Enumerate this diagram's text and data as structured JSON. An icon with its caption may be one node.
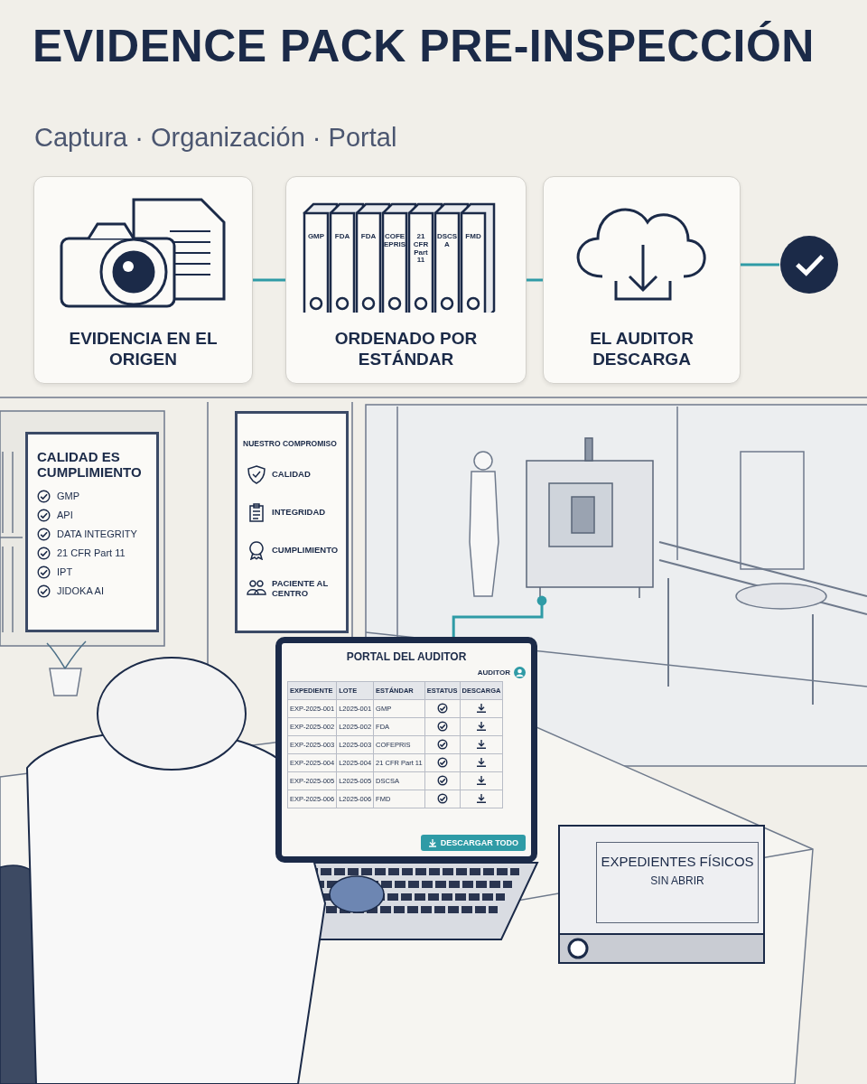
{
  "diagram": {
    "title": "EVIDENCE PACK PRE-INSPECCIÓN",
    "nodes": [
      {
        "text": [
          "EVIDENCIA EN EL ORIGEN"
        ]
      },
      {
        "text": [
          "ORDENADO POR ESTÁNDAR"
        ]
      },
      {
        "text": [
          "EL AUDITOR DESCARGA"
        ]
      },
      {
        "text": [],
        "shape": "circle"
      },
      {
        "text": [
          "CALIDAD ES CUMPLIMIENTO",
          "GMP",
          "API",
          "DATA INTEGRITY",
          "21 CFR Part 11",
          "IPT",
          "JIDOKA AI"
        ]
      },
      {
        "text": [
          "NUESTRO COMPROMISO",
          "CALIDAD",
          "INTEGRIDAD",
          "CUMPLIMIENTO",
          "PACIENTE AL CENTRO"
        ]
      },
      {
        "text": [],
        "shape": "picture"
      },
      {
        "text": [
          "PORTAL DEL AUDITOR",
          "AUDITOR"
        ]
      },
      {
        "text": [
          "EXPEDIENTES FÍSICOS",
          "SIN ABRIR"
        ]
      }
    ],
    "edges": [
      {
        "from": 0,
        "to": 1,
        "arrow": "none"
      },
      {
        "from": 1,
        "to": 2,
        "arrow": "none"
      },
      {
        "from": 2,
        "to": 3,
        "arrow": "none"
      },
      {
        "from": 7,
        "to": 6,
        "arrow": "other"
      }
    ],
    "labels": [
      "Captura · Organización · Portal",
      "GMP",
      "FDA",
      "FDA",
      "COFE EPRIS",
      "21 CFR Part 11",
      "DSCSA",
      "FMD",
      "EXPEDIENTE",
      "LOTE",
      "ESTÁNDAR",
      "ESTATUS",
      "DESCARGA",
      "EXP-2025-001",
      "L2025-001",
      "GMP",
      "EXP-2025-002",
      "L2025-002",
      "FDA",
      "EXP-2025-003",
      "L2025-003",
      "COFEPRIS",
      "EXP-2025-004",
      "L2025-004",
      "21 CFR Part 11",
      "EXP-2025-005",
      "L2025-005",
      "DSCSA",
      "EXP-2025-006",
      "L2025-006",
      "FMD",
      "DESCARGAR TODO"
    ]
  }
}
